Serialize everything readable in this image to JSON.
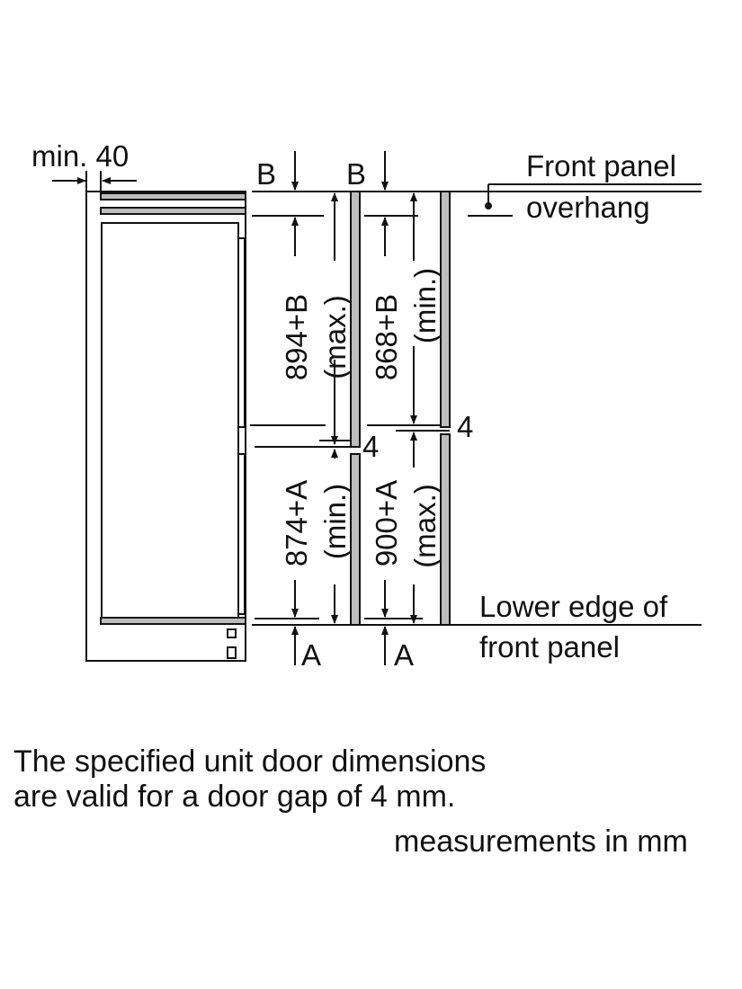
{
  "clearance": {
    "label": "min. 40"
  },
  "markers": {
    "b_left": "B",
    "b_right": "B",
    "a_left": "A",
    "a_right": "A",
    "gap_left": "4",
    "gap_right": "4"
  },
  "dimensions": {
    "upper_left": {
      "value": "894+B",
      "qualifier": "(max.)"
    },
    "upper_right": {
      "value": "868+B",
      "qualifier": "(min.)"
    },
    "lower_left": {
      "value": "874+A",
      "qualifier": "(min.)"
    },
    "lower_right": {
      "value": "900+A",
      "qualifier": "(max.)"
    }
  },
  "labels": {
    "overhang_line1": "Front panel",
    "overhang_line2": "overhang",
    "lower_edge_line1": "Lower edge of",
    "lower_edge_line2": "front panel"
  },
  "notes": {
    "line1": "The specified unit door dimensions",
    "line2": "are valid for a door gap of 4 mm.",
    "units": "measurements in mm"
  }
}
